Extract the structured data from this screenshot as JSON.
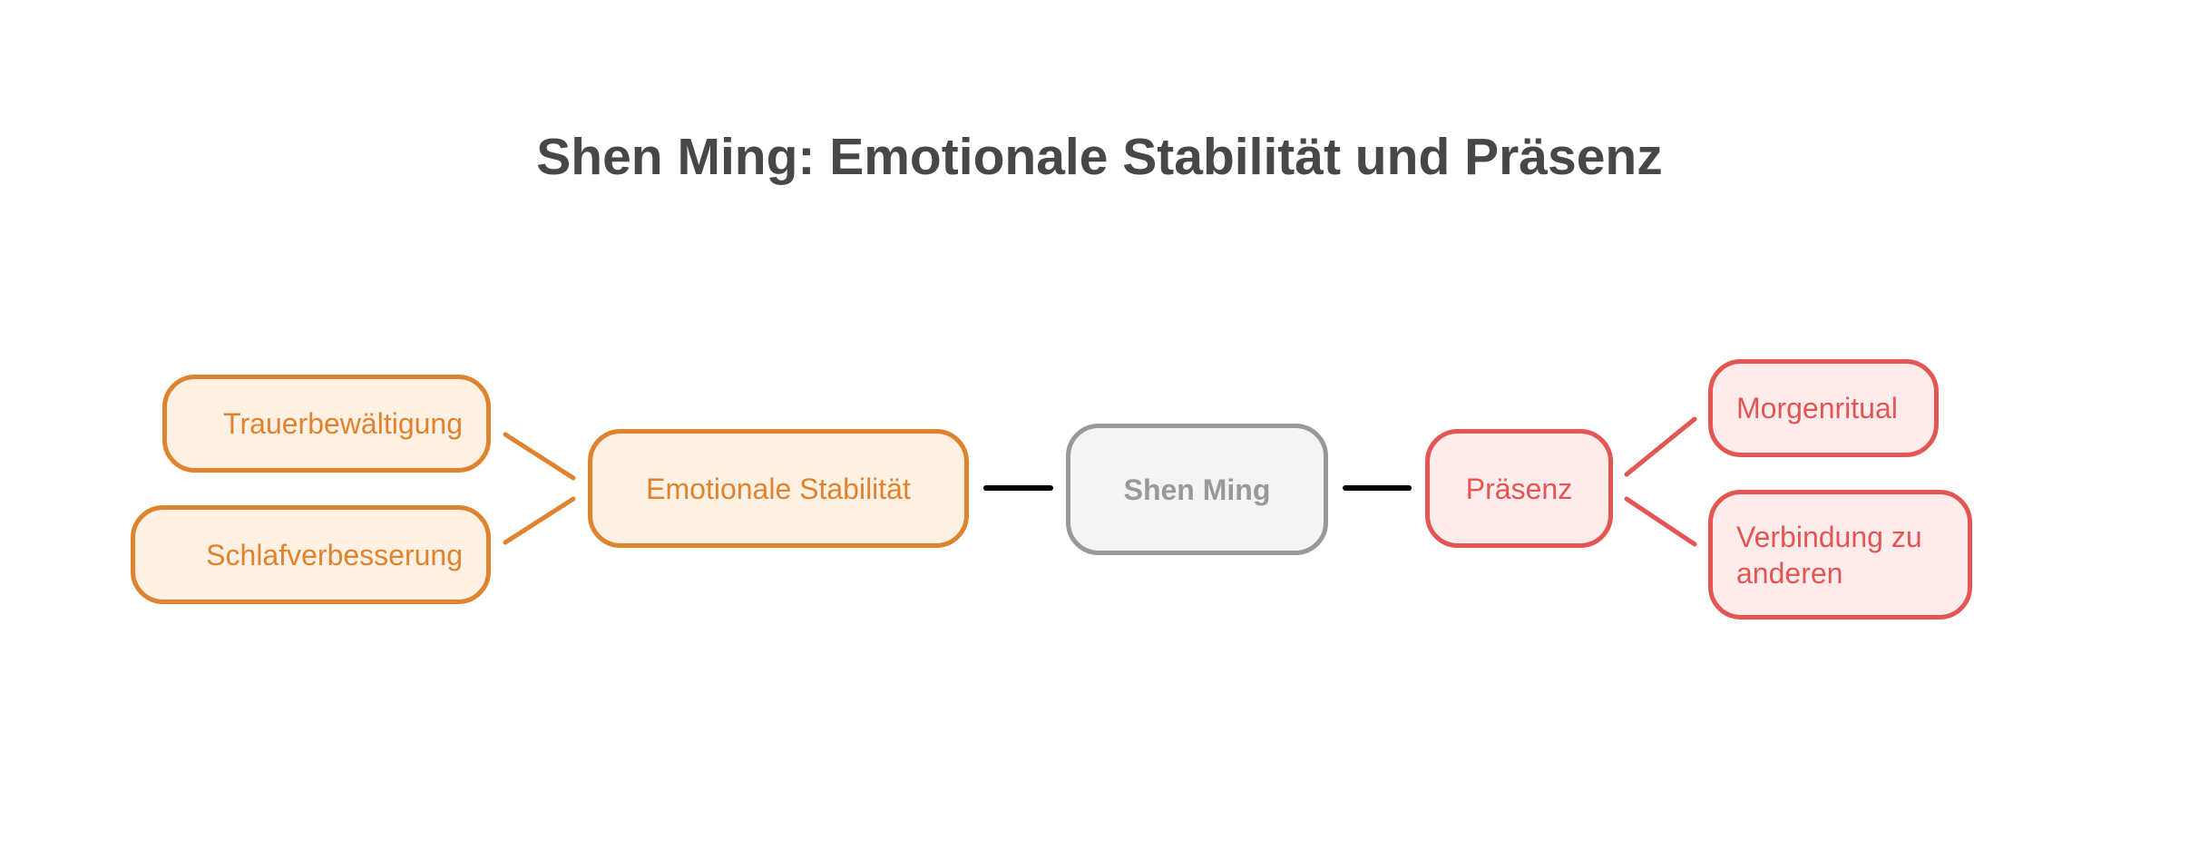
{
  "title": "Shen Ming: Emotionale Stabilität und Präsenz",
  "colors": {
    "emotional": "#E0832F",
    "presence": "#E35654",
    "root": "#999999",
    "title": "#474747"
  },
  "nodes": {
    "root": "Shen Ming",
    "emotional": "Emotionale Stabilität",
    "grief": "Trauerbewältigung",
    "sleep": "Schlafverbesserung",
    "presence": "Präsenz",
    "morning": "Morgenritual",
    "connection": "Verbindung zu anderen"
  }
}
